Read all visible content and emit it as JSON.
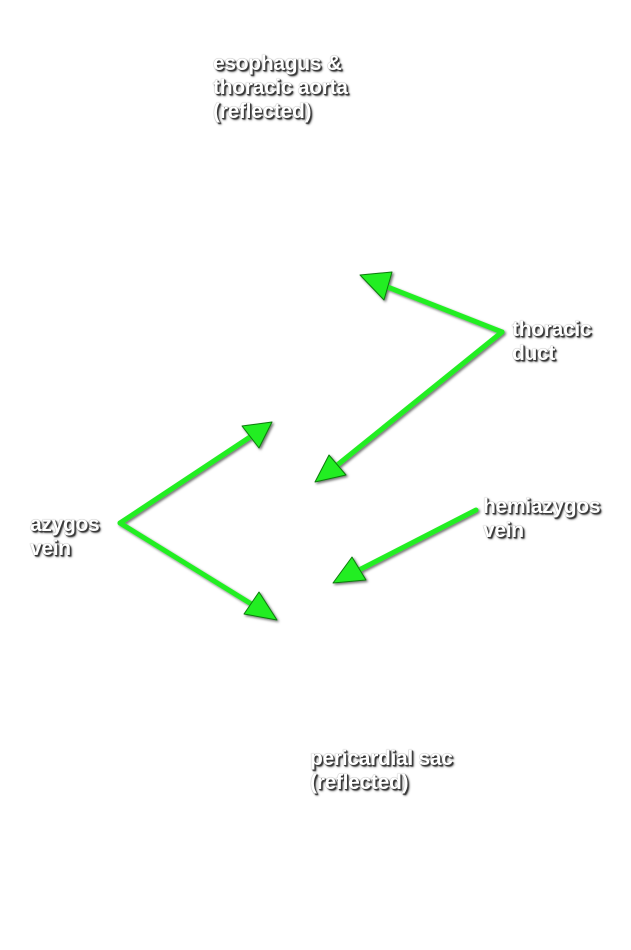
{
  "labels": {
    "esophagus": "esophagus &\nthoracic aorta\n(reflected)",
    "thoracic_duct": "thoracic\nduct",
    "azygos_vein": "azygos\nvein",
    "hemiazygos_vein": "hemiazygos\nvein",
    "pericardial_sac": "pericardial sac\n(reflected)"
  },
  "colors": {
    "arrow": "#22ee22",
    "arrow_outline": "#0a6a0a",
    "label_text": "#ffffff"
  }
}
